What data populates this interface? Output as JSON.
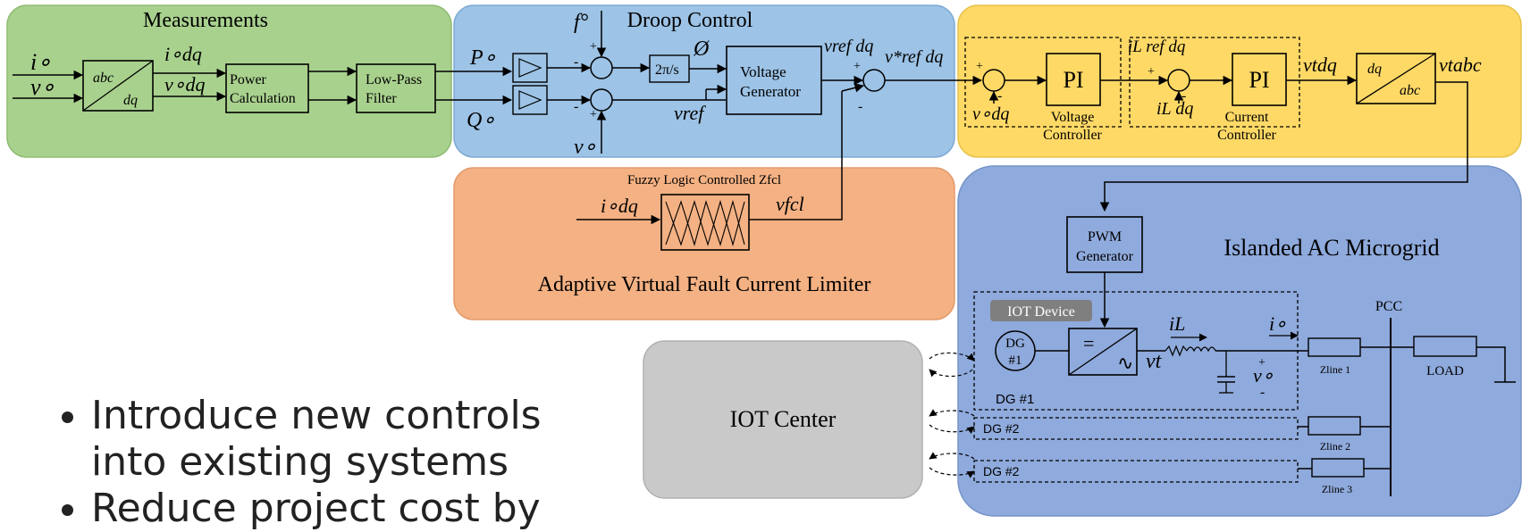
{
  "colors": {
    "measurements_bg": "#a9d18e",
    "droop_bg": "#9dc3e6",
    "inner_bg": "#ffd966",
    "avfcl_bg": "#f4b183",
    "microgrid_bg": "#8faadc",
    "iot_center_bg": "#c9c9c9",
    "iot_device_tag": "#7f7f7f"
  },
  "measurements": {
    "title": "Measurements",
    "input_current": "i∘",
    "input_voltage": "v∘",
    "transform_top": "abc",
    "transform_bottom": "dq",
    "out_current": "i∘dq",
    "out_voltage": "v∘dq",
    "power_calc_line1": "Power",
    "power_calc_line2": "Calculation",
    "lpf_line1": "Low-Pass",
    "lpf_line2": "Filter"
  },
  "droop": {
    "title": "Droop Control",
    "p_label": "P∘",
    "q_label": "Q∘",
    "f_label": "f°",
    "v_label": "v∘",
    "integrator": "2π/s",
    "phi": "Ø",
    "vg_line1": "Voltage",
    "vg_line2": "Generator",
    "vref": "vref",
    "vref_dq": "vref dq",
    "vstar_ref_dq": "v*ref dq",
    "plus": "+",
    "minus": "-"
  },
  "inner_loop": {
    "pi_label": "PI",
    "v_odq": "v∘dq",
    "i_ref": "iL ref dq",
    "i_ldq": "iL dq",
    "voltage_controller_1": "Voltage",
    "voltage_controller_2": "Controller",
    "current_controller_1": "Current",
    "current_controller_2": "Controller",
    "v_tdq": "vtdq",
    "inv_top": "dq",
    "inv_bottom": "abc",
    "v_tabc": "vtabc"
  },
  "avfcl": {
    "fuzzy_title": "Fuzzy Logic Controlled Zfcl",
    "input": "i∘dq",
    "output": "vfcl",
    "caption": "Adaptive Virtual Fault Current Limiter"
  },
  "microgrid": {
    "title": "Islanded AC Microgrid",
    "pwm_line1": "PWM",
    "pwm_line2": "Generator",
    "iot_device": "IOT Device",
    "dg_line1": "DG",
    "dg_line2": "#1",
    "v_t": "vt",
    "i_l": "iL",
    "i_o": "i∘",
    "v_o": "v∘",
    "dg1_label": "DG #1",
    "dg2_label": "DG #2",
    "dg3_label": "DG #2",
    "pcc": "PCC",
    "zline1": "Zline 1",
    "zline2": "Zline 2",
    "zline3": "Zline 3",
    "load": "LOAD"
  },
  "iot_center": {
    "label": "IOT Center"
  },
  "bullets": [
    "Introduce new controls into existing systems",
    "Reduce project cost by"
  ]
}
